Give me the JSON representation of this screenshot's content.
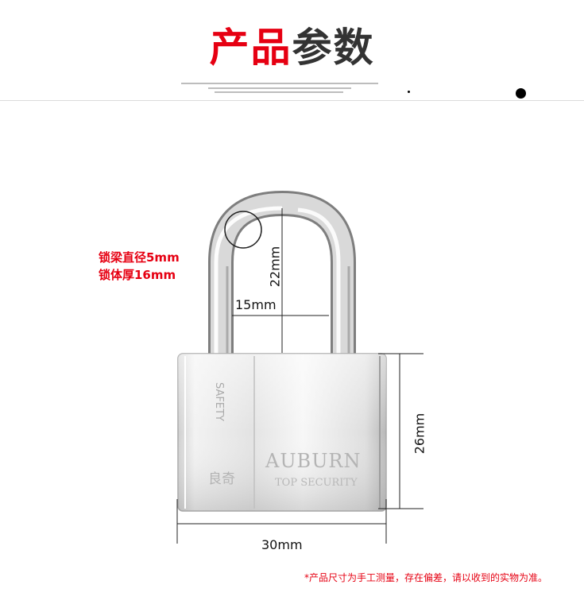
{
  "header": {
    "title_part1": "产品",
    "title_part2": "参数"
  },
  "specs": {
    "shackle_diameter": "锁梁直径5mm",
    "body_thickness": "锁体厚16mm"
  },
  "dimensions": {
    "shackle_height": "22mm",
    "shackle_inner_width": "15mm",
    "body_height": "26mm",
    "body_width": "30mm"
  },
  "lock": {
    "brand": "AUBURN",
    "subtitle": "TOP SECURITY",
    "side_text": "SAFETY",
    "chinese_mark": "良奇"
  },
  "footnote": "*产品尺寸为手工测量，存在偏差，请以收到的实物为准。",
  "colors": {
    "accent_red": "#e60012",
    "title_dark": "#333333"
  }
}
